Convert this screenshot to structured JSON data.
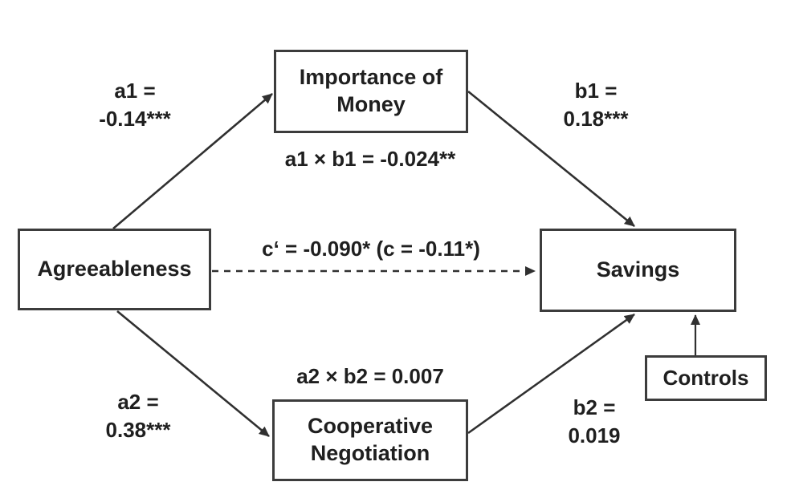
{
  "figure": {
    "type": "mediation-path-diagram",
    "background_color": "#ffffff",
    "line_color": "#303030",
    "box_border_color": "#3c3c3c",
    "text_color": "#1f1f1f",
    "nodes": {
      "agreeableness": "Agreeableness",
      "importance_of_money": "Importance of\nMoney",
      "cooperative_negotiation": "Cooperative\nNegotiation",
      "savings": "Savings",
      "controls": "Controls"
    },
    "path_labels": {
      "a1": "a1 =\n-0.14***",
      "b1": "b1 =\n0.18***",
      "a1xb1": "a1 × b1 = -0.024**",
      "c": "c‘ = -0.090* (c = -0.11*)",
      "a2xb2": "a2 × b2 = 0.007",
      "a2": "a2 =\n0.38***",
      "b2": "b2 =\n0.019"
    },
    "edges": [
      {
        "from": "agreeableness",
        "to": "importance_of_money",
        "style": "solid",
        "label": "a1 = -0.14***"
      },
      {
        "from": "importance_of_money",
        "to": "savings",
        "style": "solid",
        "label": "b1 = 0.18***"
      },
      {
        "from": "agreeableness",
        "to": "savings",
        "style": "dashed",
        "label": "c‘ = -0.090* (c = -0.11*)"
      },
      {
        "from": "agreeableness",
        "to": "cooperative_negotiation",
        "style": "solid",
        "label": "a2 = 0.38***"
      },
      {
        "from": "cooperative_negotiation",
        "to": "savings",
        "style": "solid",
        "label": "b2 = 0.019"
      },
      {
        "from": "controls",
        "to": "savings",
        "style": "solid",
        "label": ""
      }
    ]
  }
}
